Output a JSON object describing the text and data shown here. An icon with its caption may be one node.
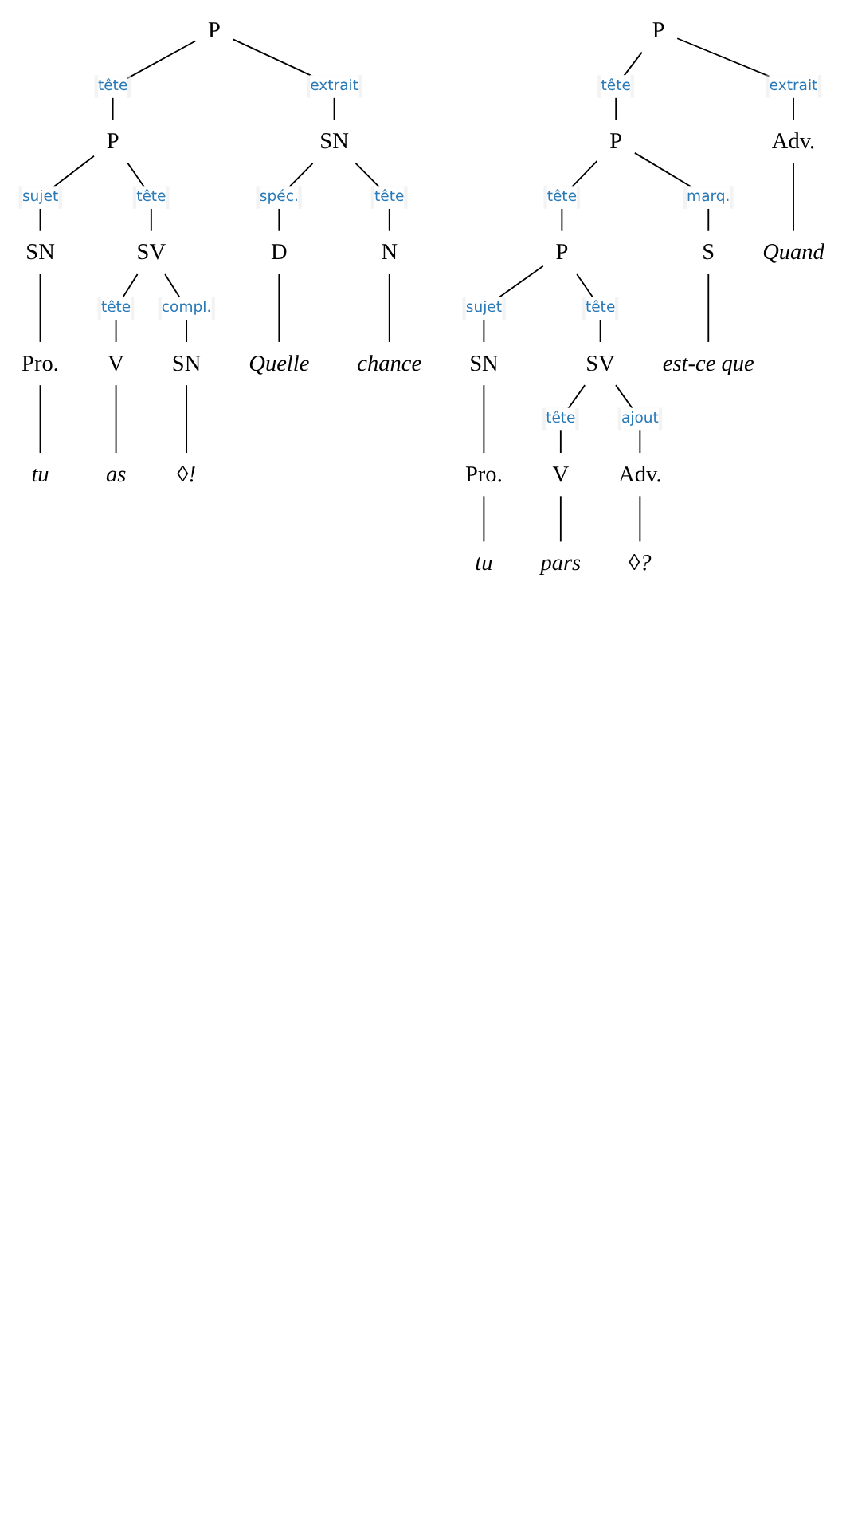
{
  "diagram": {
    "nodes": [
      {
        "text": [
          "P"
        ]
      },
      {
        "text": [
          "SN"
        ]
      },
      {
        "text": [
          "P"
        ]
      },
      {
        "text": [
          "D"
        ]
      },
      {
        "text": [
          "N"
        ]
      },
      {
        "text": [
          "SN"
        ]
      },
      {
        "text": [
          "SV"
        ]
      },
      {
        "text": [
          "Pro."
        ]
      },
      {
        "text": [
          "V"
        ]
      },
      {
        "text": [
          "SN"
        ]
      },
      {
        "text": [
          "Quelle"
        ]
      },
      {
        "text": [
          "chance"
        ]
      },
      {
        "text": [
          "tu"
        ]
      },
      {
        "text": [
          "as"
        ]
      },
      {
        "text": [
          "◊!"
        ]
      },
      {
        "text": [
          "P"
        ]
      },
      {
        "text": [
          "Adv."
        ]
      },
      {
        "text": [
          "P"
        ]
      },
      {
        "text": [
          "S"
        ]
      },
      {
        "text": [
          "P"
        ]
      },
      {
        "text": [
          "SN"
        ]
      },
      {
        "text": [
          "SV"
        ]
      },
      {
        "text": [
          "Pro."
        ]
      },
      {
        "text": [
          "V"
        ]
      },
      {
        "text": [
          "Adv."
        ]
      },
      {
        "text": [
          "Quand"
        ]
      },
      {
        "text": [
          "est-ce que"
        ]
      },
      {
        "text": [
          "tu"
        ]
      },
      {
        "text": [
          "pars"
        ]
      },
      {
        "text": [
          "◊?"
        ]
      }
    ],
    "edges": [
      {
        "from": 0,
        "to": 1,
        "arrow": "none",
        "label": "extrait"
      },
      {
        "from": 0,
        "to": 2,
        "arrow": "none",
        "label": "tête"
      },
      {
        "from": 1,
        "to": 3,
        "arrow": "none",
        "label": "spéc."
      },
      {
        "from": 1,
        "to": 4,
        "arrow": "none",
        "label": "tête"
      },
      {
        "from": 2,
        "to": 5,
        "arrow": "none",
        "label": "sujet"
      },
      {
        "from": 2,
        "to": 6,
        "arrow": "none",
        "label": "tête"
      },
      {
        "from": 3,
        "to": 10,
        "arrow": "none"
      },
      {
        "from": 4,
        "to": 11,
        "arrow": "none"
      },
      {
        "from": 5,
        "to": 7,
        "arrow": "none"
      },
      {
        "from": 7,
        "to": 12,
        "arrow": "none"
      },
      {
        "from": 6,
        "to": 8,
        "arrow": "none",
        "label": "tête"
      },
      {
        "from": 6,
        "to": 9,
        "arrow": "none",
        "label": "compl."
      },
      {
        "from": 8,
        "to": 13,
        "arrow": "none"
      },
      {
        "from": 9,
        "to": 14,
        "arrow": "none"
      },
      {
        "from": 15,
        "to": 16,
        "arrow": "none",
        "label": "extrait"
      },
      {
        "from": 15,
        "to": 17,
        "arrow": "none",
        "label": "tête"
      },
      {
        "from": 17,
        "to": 18,
        "arrow": "none",
        "label": "marq."
      },
      {
        "from": 17,
        "to": 19,
        "arrow": "none",
        "label": "tête"
      },
      {
        "from": 19,
        "to": 20,
        "arrow": "none",
        "label": "sujet"
      },
      {
        "from": 19,
        "to": 21,
        "arrow": "none",
        "label": "tête"
      },
      {
        "from": 21,
        "to": 23,
        "arrow": "none",
        "label": "tête"
      },
      {
        "from": 21,
        "to": 24,
        "arrow": "none",
        "label": "ajout"
      },
      {
        "from": 20,
        "to": 22,
        "arrow": "none"
      },
      {
        "from": 16,
        "to": 25,
        "arrow": "none"
      },
      {
        "from": 18,
        "to": 26,
        "arrow": "none"
      },
      {
        "from": 22,
        "to": 27,
        "arrow": "none"
      },
      {
        "from": 23,
        "to": 28,
        "arrow": "none"
      },
      {
        "from": 24,
        "to": 29,
        "arrow": "none"
      }
    ]
  }
}
